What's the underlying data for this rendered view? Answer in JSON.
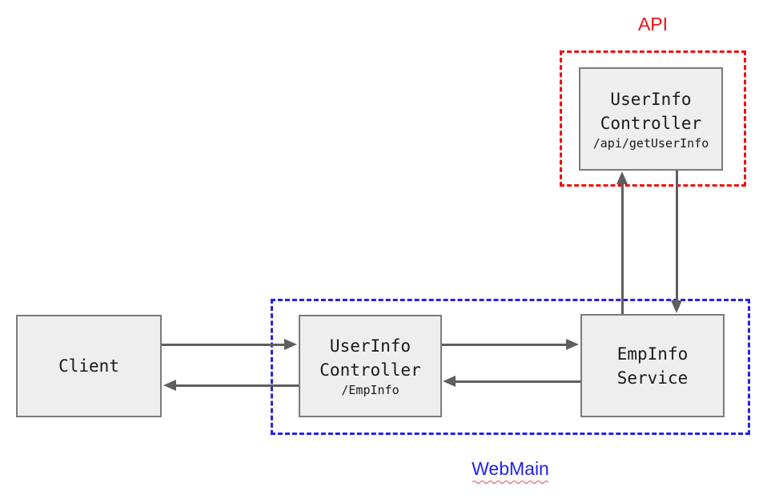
{
  "groups": {
    "api": {
      "label": "API"
    },
    "webmain": {
      "label": "WebMain"
    }
  },
  "nodes": {
    "client": {
      "title": "Client"
    },
    "web_controller": {
      "line1": "UserInfo",
      "line2": "Controller",
      "path": "/EmpInfo"
    },
    "emp_service": {
      "line1": "EmpInfo",
      "line2": "Service"
    },
    "api_controller": {
      "line1": "UserInfo",
      "line2": "Controller",
      "path": "/api/getUserInfo"
    }
  },
  "edges": [
    {
      "from": "client",
      "to": "web_controller"
    },
    {
      "from": "web_controller",
      "to": "client"
    },
    {
      "from": "web_controller",
      "to": "emp_service"
    },
    {
      "from": "emp_service",
      "to": "web_controller"
    },
    {
      "from": "emp_service",
      "to": "api_controller"
    },
    {
      "from": "api_controller",
      "to": "emp_service"
    }
  ],
  "colors": {
    "api": "#ee1111",
    "webmain": "#2222ee",
    "underline": "#e08888",
    "node_fill": "#eeeeee",
    "node_border": "#7b7b7b",
    "arrow": "#5f5f5f",
    "text": "#1a1a1a"
  }
}
